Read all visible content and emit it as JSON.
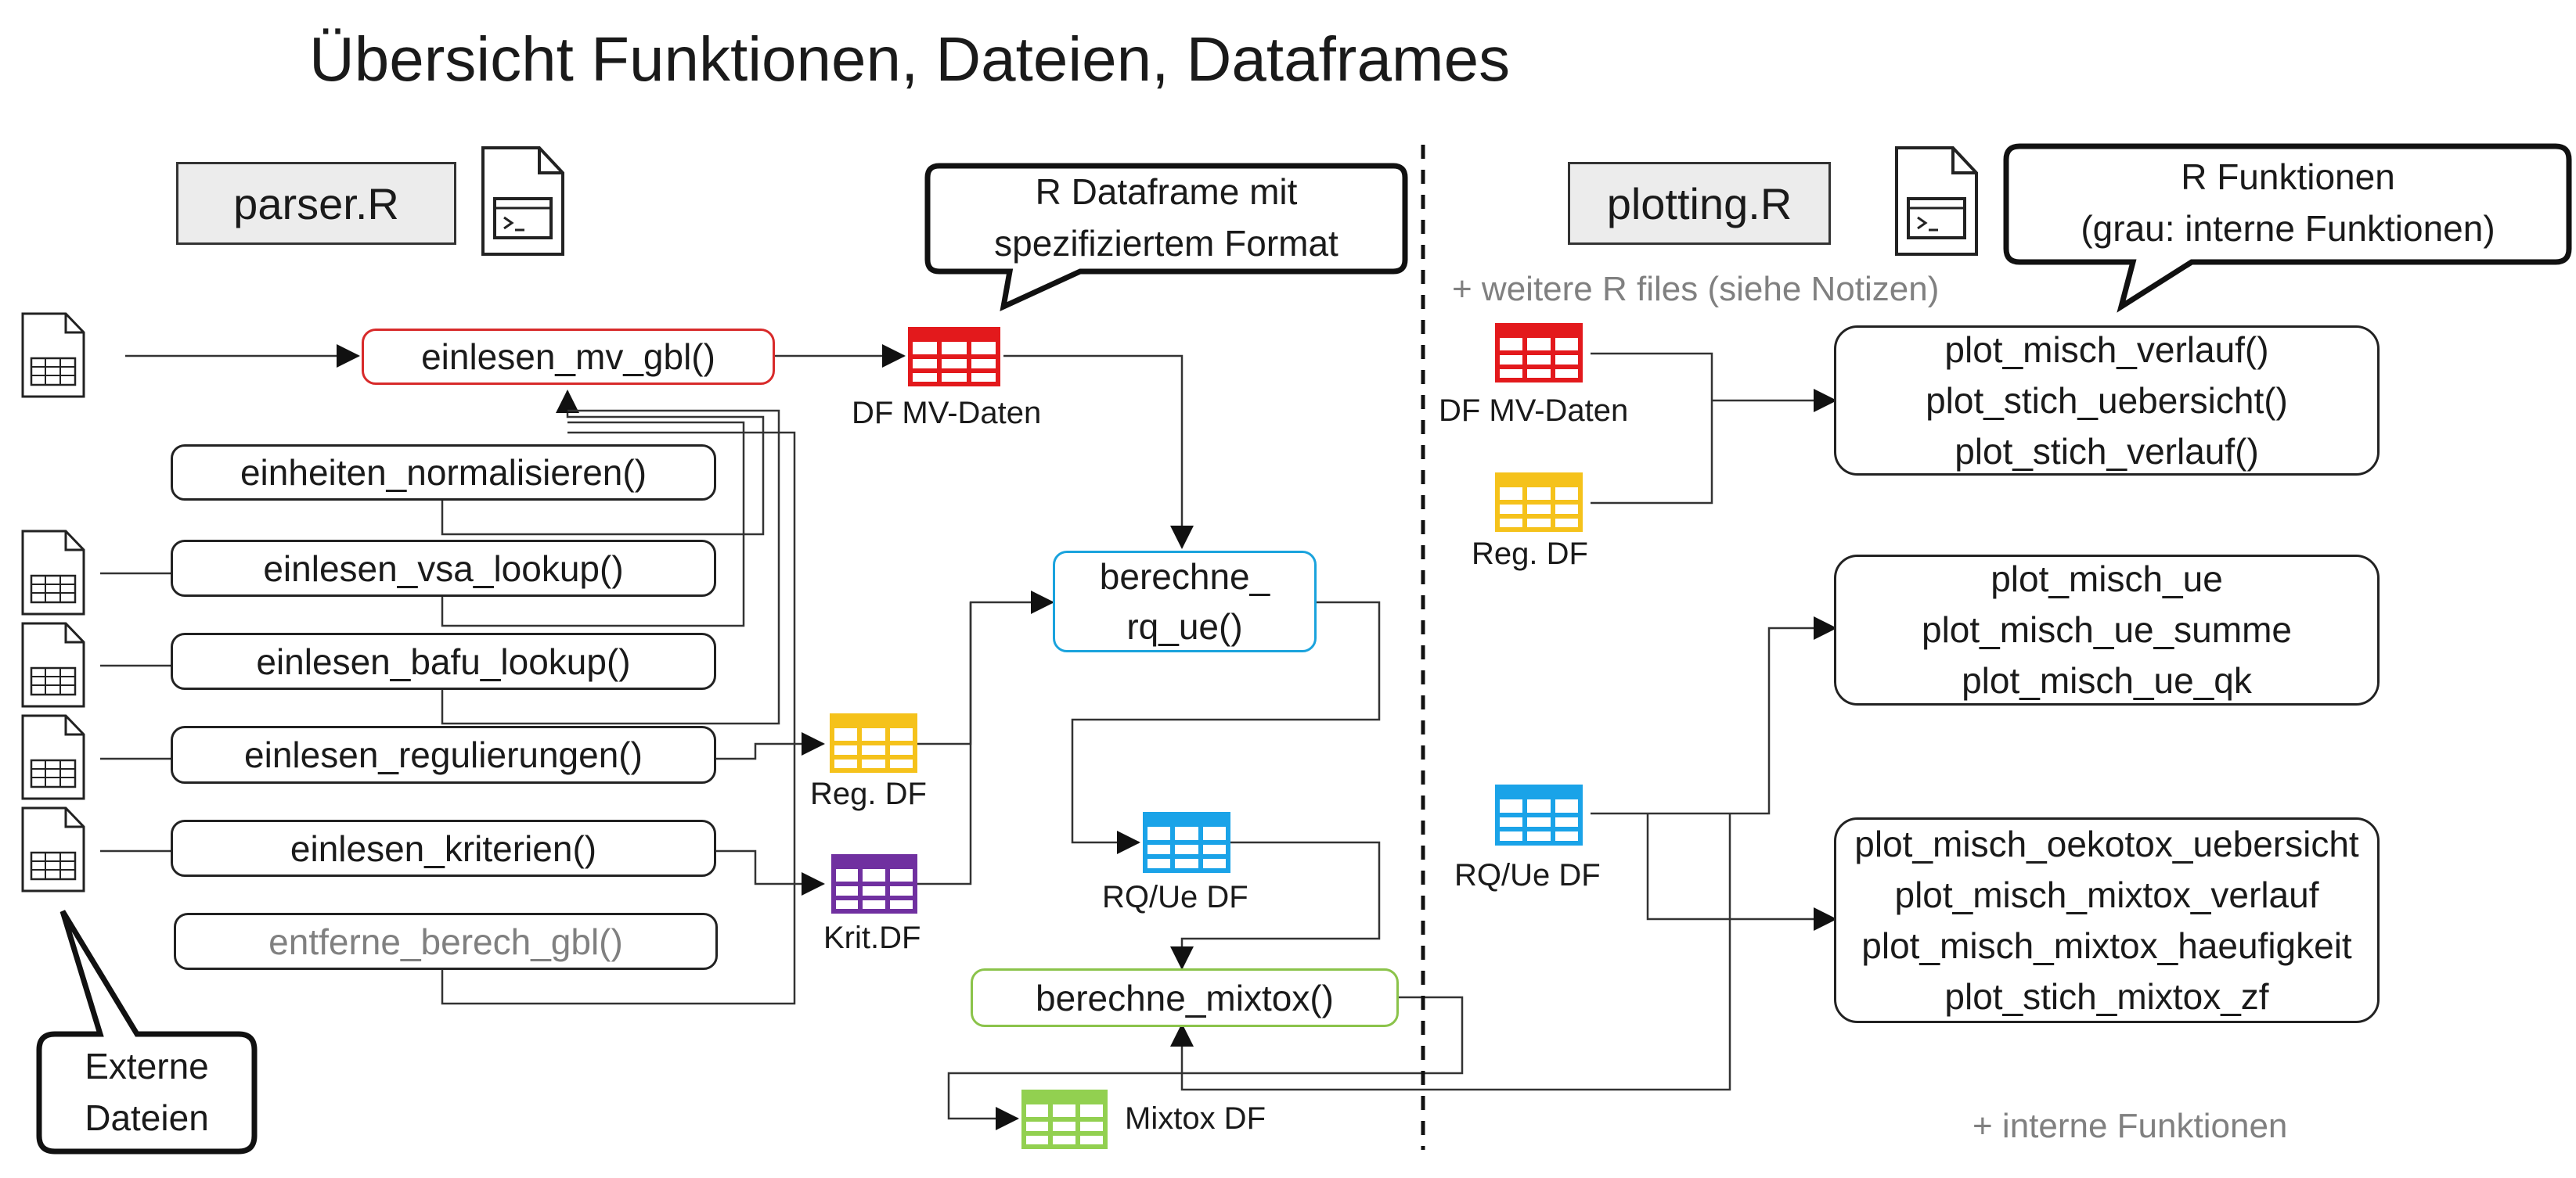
{
  "title": "Übersicht Funktionen, Dateien, Dataframes",
  "files": {
    "parser": "parser.R",
    "plotting": "plotting.R"
  },
  "callouts": {
    "dataframe": [
      "R Dataframe mit",
      "spezifiziertem Format"
    ],
    "functions": [
      "R Funktionen",
      "(grau: interne Funktionen)"
    ],
    "external": [
      "Externe",
      "Dateien"
    ]
  },
  "parser_functions": {
    "einlesen_mv_gbl": "einlesen_mv_gbl()",
    "einheiten_normalisieren": "einheiten_normalisieren()",
    "einlesen_vsa_lookup": "einlesen_vsa_lookup()",
    "einlesen_bafu_lookup": "einlesen_bafu_lookup()",
    "einlesen_regulierungen": "einlesen_regulierungen()",
    "einlesen_kriterien": "einlesen_kriterien()",
    "entferne_berech_gbl": "entferne_berech_gbl()"
  },
  "calc_functions": {
    "berechne_rq_ue": [
      "berechne_",
      "rq_ue()"
    ],
    "berechne_mixtox": "berechne_mixtox()"
  },
  "dataframes": {
    "mv_left": "DF MV-Daten",
    "reg_left": "Reg. DF",
    "krit_left": "Krit.DF",
    "rque_mid": "RQ/Ue DF",
    "mixtox": "Mixtox DF",
    "mv_right": "DF MV-Daten",
    "reg_right": "Reg. DF",
    "rque_right": "RQ/Ue DF"
  },
  "plot_groups": [
    [
      "plot_misch_verlauf()",
      "plot_stich_uebersicht()",
      "plot_stich_verlauf()"
    ],
    [
      "plot_misch_ue",
      "plot_misch_ue_summe",
      "plot_misch_ue_qk"
    ],
    [
      "plot_misch_oekotox_uebersicht",
      "plot_misch_mixtox_verlauf",
      "plot_misch_mixtox_haeufigkeit",
      "plot_stich_mixtox_zf"
    ]
  ],
  "notes": {
    "weitere_files": "+ weitere R files (siehe Notizen)",
    "interne": "+ interne Funktionen"
  },
  "colors": {
    "red": "#e3191c",
    "yellow": "#f5c21b",
    "purple": "#7030a0",
    "blue": "#1aa3e8",
    "green": "#92d050"
  },
  "icons": [
    "spreadsheet-file-icon",
    "script-file-icon",
    "dataframe-table-icon"
  ]
}
